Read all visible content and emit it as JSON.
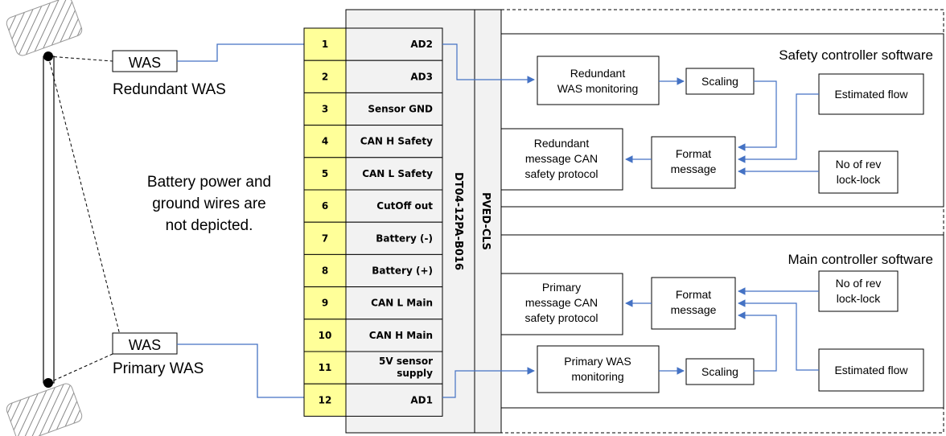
{
  "pins": [
    {
      "number": "1",
      "label": "AD2"
    },
    {
      "number": "2",
      "label": "AD3"
    },
    {
      "number": "3",
      "label": "Sensor GND"
    },
    {
      "number": "4",
      "label": "CAN H Safety"
    },
    {
      "number": "5",
      "label": "CAN L Safety"
    },
    {
      "number": "6",
      "label": "CutOff out"
    },
    {
      "number": "7",
      "label": "Battery (-)"
    },
    {
      "number": "8",
      "label": "Battery (+)"
    },
    {
      "number": "9",
      "label": "CAN L Main"
    },
    {
      "number": "10",
      "label": "CAN H Main"
    },
    {
      "number": "11",
      "label": "5V sensor supply"
    },
    {
      "number": "12",
      "label": "AD1"
    }
  ],
  "connector_label": "DT04-12PA-B016",
  "device_label": "PVED-CLS",
  "sensors": {
    "redundant": {
      "box": "WAS",
      "caption": "Redundant WAS"
    },
    "primary": {
      "box": "WAS",
      "caption": "Primary WAS"
    }
  },
  "note": [
    "Battery power and",
    "ground wires are",
    "not depicted."
  ],
  "safety_panel": {
    "title": "Safety controller software",
    "was_monitoring": [
      "Redundant",
      "WAS monitoring"
    ],
    "scaling": "Scaling",
    "estimated_flow": "Estimated flow",
    "format_message": [
      "Format",
      "message"
    ],
    "output": [
      "Redundant",
      "message CAN",
      "safety protocol"
    ],
    "rev_lock": [
      "No of rev",
      "lock-lock"
    ]
  },
  "main_panel": {
    "title": "Main controller software",
    "was_monitoring": [
      "Primary WAS",
      "monitoring"
    ],
    "scaling": "Scaling",
    "estimated_flow": "Estimated flow",
    "format_message": [
      "Format",
      "message"
    ],
    "output": [
      "Primary",
      "message CAN",
      "safety protocol"
    ],
    "rev_lock": [
      "No of rev",
      "lock-lock"
    ]
  },
  "colors": {
    "pin_fill": "#ffff99",
    "wire": "#4472c4",
    "outline": "#000000",
    "device_fill": "#f2f2f2"
  }
}
